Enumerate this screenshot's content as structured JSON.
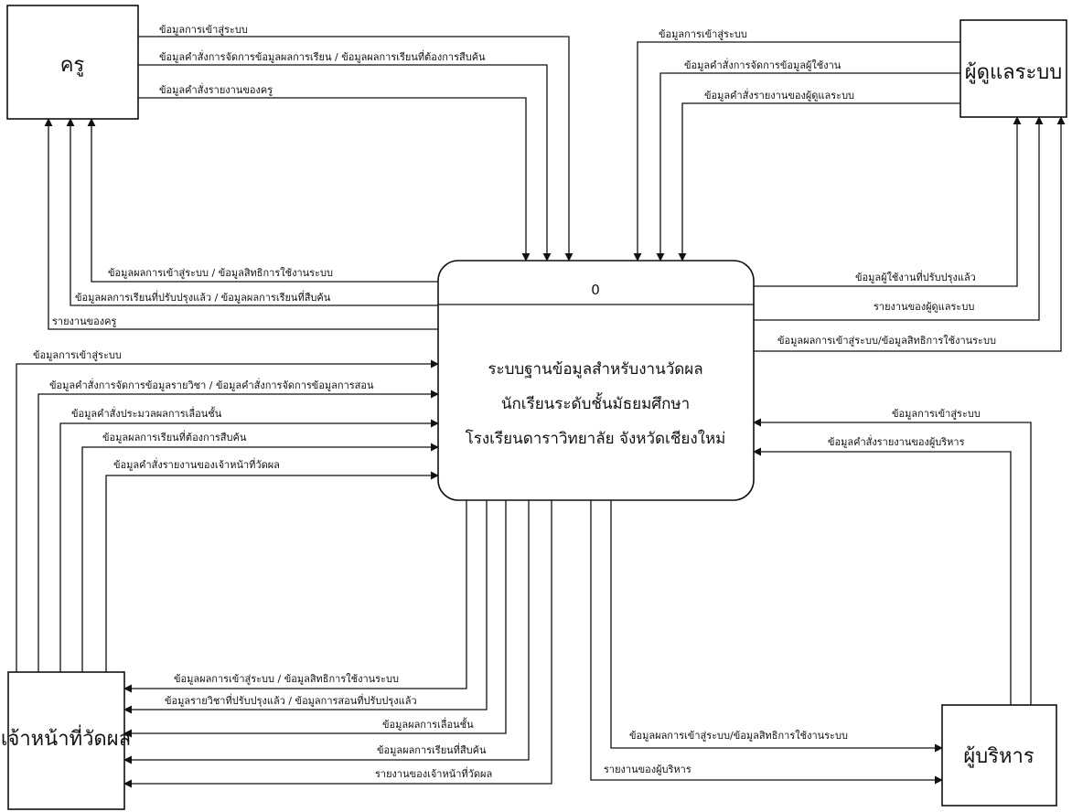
{
  "entities": {
    "teacher": "ครู",
    "admin": "ผู้ดูแลระบบ",
    "officer": "เจ้าหน้าที่วัดผล",
    "executive": "ผู้บริหาร"
  },
  "process": {
    "number": "0",
    "line1": "ระบบฐานข้อมูลสำหรับงานวัดผล",
    "line2": "นักเรียนระดับชั้นมัธยมศึกษา",
    "line3": "โรงเรียนดาราวิทยาลัย จังหวัดเชียงใหม่"
  },
  "flows": {
    "teacher_in": [
      "ข้อมูลการเข้าสู่ระบบ",
      "ข้อมูลคำสั่งการจัดการข้อมูลผลการเรียน / ข้อมูลผลการเรียนที่ต้องการสืบค้น",
      "ข้อมูลคำสั่งรายงานของครู"
    ],
    "teacher_out": [
      "ข้อมูลผลการเข้าสู่ระบบ / ข้อมูลสิทธิการใช้งานระบบ",
      "ข้อมูลผลการเรียนที่ปรับปรุงแล้ว / ข้อมูลผลการเรียนที่สืบค้น",
      "รายงานของครู"
    ],
    "admin_in": [
      "ข้อมูลการเข้าสู่ระบบ",
      "ข้อมูลคำสั่งการจัดการข้อมูลผู้ใช้งาน",
      "ข้อมูลคำสั่งรายงานของผู้ดูแลระบบ"
    ],
    "admin_out": [
      "ข้อมูลผู้ใช้งานที่ปรับปรุงแล้ว",
      "รายงานของผู้ดูแลระบบ",
      "ข้อมูลผลการเข้าสู่ระบบ/ข้อมูลสิทธิการใช้งานระบบ"
    ],
    "officer_in": [
      "ข้อมูลการเข้าสู่ระบบ",
      "ข้อมูลคำสั่งการจัดการข้อมูลรายวิชา / ข้อมูลคำสั่งการจัดการข้อมูลการสอน",
      "ข้อมูลคำสั่งประมวลผลการเลื่อนชั้น",
      "ข้อมูลผลการเรียนที่ต้องการสืบค้น",
      "ข้อมูลคำสั่งรายงานของเจ้าหน้าที่วัดผล"
    ],
    "officer_out": [
      "ข้อมูลผลการเข้าสู่ระบบ / ข้อมูลสิทธิการใช้งานระบบ",
      "ข้อมูลรายวิชาที่ปรับปรุงแล้ว / ข้อมูลการสอนที่ปรับปรุงแล้ว",
      "ข้อมูลผลการเลื่อนชั้น",
      "ข้อมูลผลการเรียนที่สืบค้น",
      "รายงานของเจ้าหน้าที่วัดผล"
    ],
    "exec_in": [
      "ข้อมูลการเข้าสู่ระบบ",
      "ข้อมูลคำสั่งรายงานของผู้บริหาร"
    ],
    "exec_out": [
      "ข้อมูลผลการเข้าสู่ระบบ/ข้อมูลสิทธิการใช้งานระบบ",
      "รายงานของผู้บริหาร"
    ]
  },
  "colors": {
    "stroke": "#111111",
    "background": "#ffffff"
  }
}
